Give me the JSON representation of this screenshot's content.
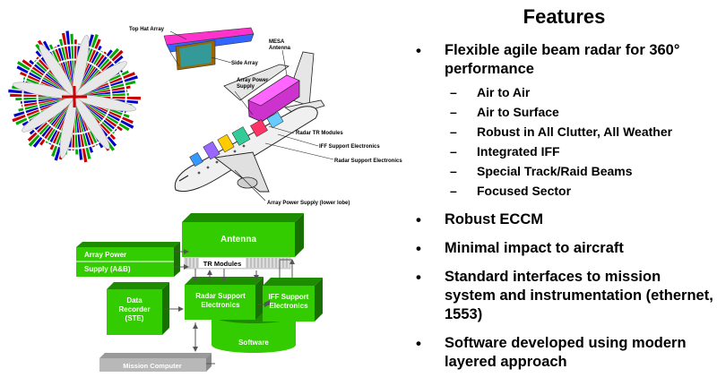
{
  "diagram": {
    "aircraft_labels": {
      "top_hat_array": "Top Hat Array",
      "side_array": "Side Array",
      "mesa_antenna": "MESA\nAntenna",
      "array_power_supply": "Array Power\nSupply",
      "radar_tr_modules": "Radar TR Modules",
      "iff_support_electronics": "IFF Support Electronics",
      "radar_support_electronics": "Radar Support Electronics",
      "array_power_supply_lower": "Array Power Supply (lower lobe)"
    },
    "blocks": {
      "antenna": "Antenna",
      "tr_modules": "TR Modules",
      "array_power": "Array Power",
      "supply_ab": "Supply (A&B)",
      "data_recorder": "Data\nRecorder\n(STE)",
      "radar_support": "Radar Support\nElectronics",
      "iff_support": "IFF Support\nElectronics",
      "software": "Software",
      "mission_computer": "Mission Computer"
    },
    "colors": {
      "block_green": "#33cc00",
      "block_dark_green": "#1e8c00",
      "mission_gray": "#b8b8b8"
    }
  },
  "features": {
    "title": "Features",
    "bullets": [
      {
        "text": "Flexible agile beam radar for 360° performance",
        "sub": [
          "Air to Air",
          "Air to Surface",
          "Robust in All Clutter, All Weather",
          "Integrated IFF",
          "Special Track/Raid Beams",
          "Focused Sector"
        ]
      },
      {
        "text": "Robust ECCM",
        "sub": []
      },
      {
        "text": "Minimal impact to aircraft",
        "sub": []
      },
      {
        "text": "Standard interfaces to mission system and instrumentation (ethernet, 1553)",
        "sub": []
      },
      {
        "text": "Software developed using modern layered approach",
        "sub": []
      }
    ]
  }
}
